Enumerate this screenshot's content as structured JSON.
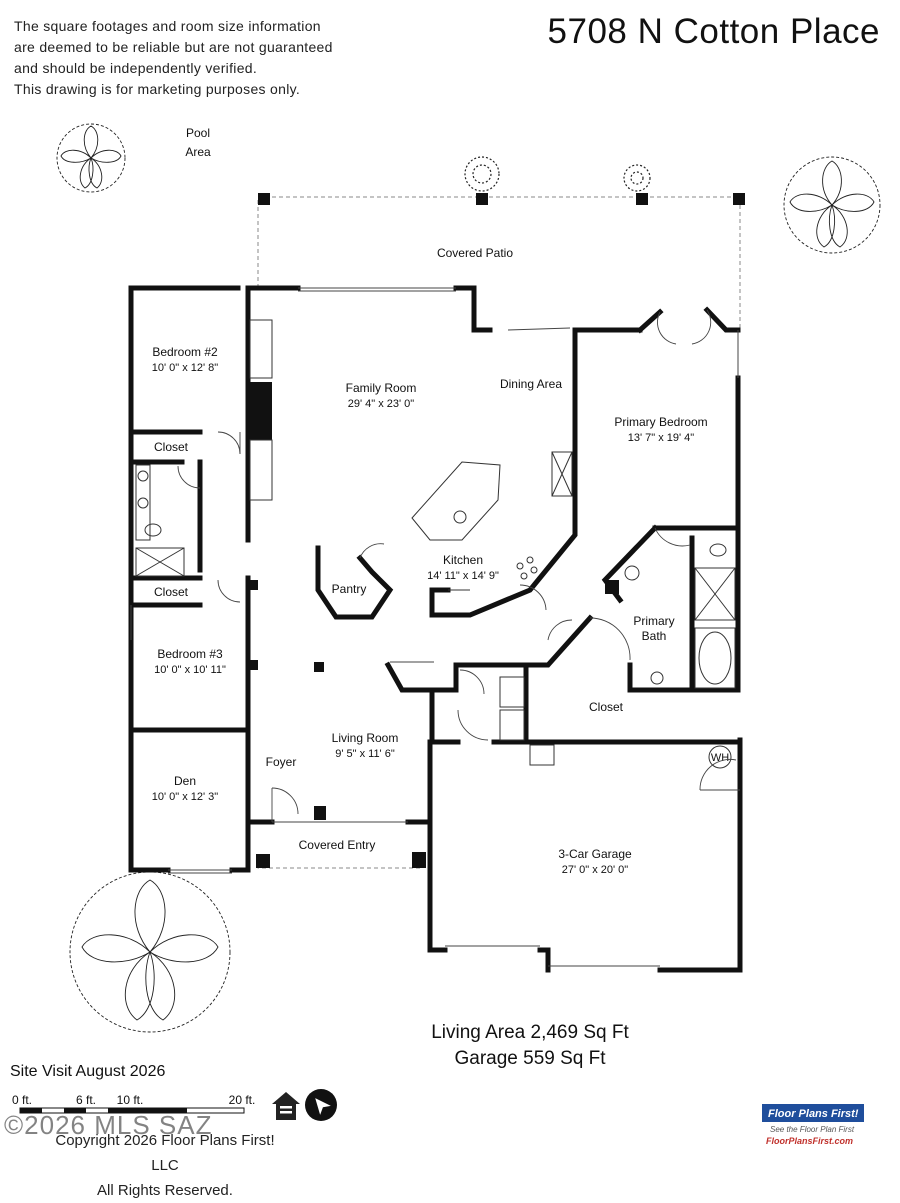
{
  "header": {
    "disclaimer_lines": [
      "The square footages and room size information",
      "are deemed to be reliable but are not guaranteed",
      "and should be independently verified.",
      "This drawing is for marketing purposes only."
    ],
    "address": "5708 N Cotton Place"
  },
  "rooms": {
    "pool_area": [
      "Pool",
      "Area"
    ],
    "covered_patio": "Covered Patio",
    "bedroom2": {
      "name": "Bedroom #2",
      "dims": "10' 0\" x 12' 8\""
    },
    "closet_b2": "Closet",
    "closet_b3": "Closet",
    "bedroom3": {
      "name": "Bedroom #3",
      "dims": "10' 0\" x 10' 11\""
    },
    "den": {
      "name": "Den",
      "dims": "10' 0\" x 12' 3\""
    },
    "foyer": "Foyer",
    "covered_entry": "Covered Entry",
    "family_room": {
      "name": "Family Room",
      "dims": "29' 4\" x 23' 0\""
    },
    "dining_area": "Dining Area",
    "pantry": "Pantry",
    "kitchen": {
      "name": "Kitchen",
      "dims": "14' 11\" x 14' 9\""
    },
    "living_room": {
      "name": "Living Room",
      "dims": "9' 5\" x 11' 6\""
    },
    "primary_bedroom": {
      "name": "Primary Bedroom",
      "dims": "13' 7\" x 19' 4\""
    },
    "primary_bath": [
      "Primary",
      "Bath"
    ],
    "closet_primary": "Closet",
    "garage": {
      "name": "3-Car Garage",
      "dims": "27' 0\" x 20' 0\""
    },
    "water_heater": "WH"
  },
  "footer": {
    "living_area": "Living Area 2,469 Sq Ft",
    "garage_area": "Garage 559 Sq Ft",
    "site_visit": "Site Visit August 2026",
    "scale_labels": [
      "0 ft.",
      "6 ft.",
      "10 ft.",
      "20 ft."
    ],
    "watermark": "©2026 MLS SAZ",
    "copyright": "Copyright 2026 Floor Plans First! LLC",
    "rights": "All Rights Reserved.",
    "logo_title": "Floor Plans First!",
    "logo_tagline": "See the Floor Plan First",
    "logo_url": "FloorPlansFirst.com"
  },
  "colors": {
    "wall": "#111111",
    "dash": "#888888",
    "logo_blue": "#1f4e9c",
    "logo_red": "#c0302b"
  },
  "icons": [
    "tree-icon",
    "shrub-icon",
    "equal-housing-icon",
    "north-arrow-icon",
    "sink-icon",
    "toilet-icon",
    "stove-icon",
    "bathtub-icon"
  ]
}
